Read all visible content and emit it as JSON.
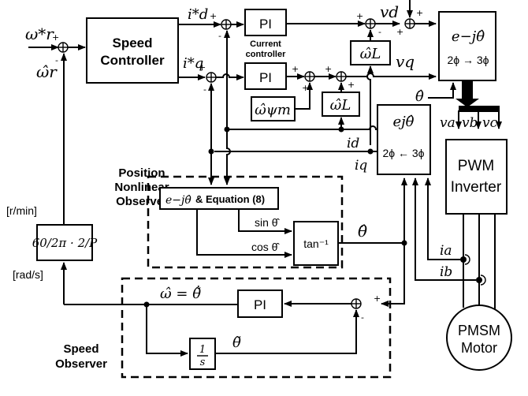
{
  "diagram": {
    "title": "PMSM sensorless speed control block diagram",
    "blocks": {
      "speed_controller": "Speed Controller",
      "speed_controller_l1": "Speed",
      "speed_controller_l2": "Controller",
      "pi_d": "PI",
      "pi_q": "PI",
      "current_controller_l1": "Current",
      "current_controller_l2": "controller",
      "omega_psi": "ω̂ψm",
      "omega_l_top": "ω̂L",
      "omega_l_bottom": "ω̂L",
      "inv_park_l1": "e−jθ̂",
      "inv_park_l2": "2ϕ → 3ϕ",
      "park_l1": "ejθ̂",
      "park_l2": "2ϕ ← 3ϕ",
      "pwm_l1": "PWM",
      "pwm_l2": "Inverter",
      "motor_l1": "PMSM",
      "motor_l2": "Motor",
      "gain_block": "60/2π · 2/P",
      "equation_block": "e−jθ̂ & Equation (8)",
      "equation_math": "e−jθ̂",
      "equation_text": "& Equation (8)",
      "atan": "tan⁻¹",
      "pi_speed": "PI",
      "integrator": "1/s"
    },
    "group_labels": {
      "position_l1": "Position",
      "position_l2": "Nonlinear",
      "position_l3": "Observer",
      "speed_l1": "Speed",
      "speed_l2": "Observer"
    },
    "signals": {
      "omega_ref": "ω*r",
      "omega_hat": "ω̂r",
      "id_ref": "i*d",
      "iq_ref": "i*q",
      "vd": "vd",
      "vq": "vq",
      "theta_hat_in": "θ̂",
      "va": "va",
      "vb": "vb",
      "vc": "vc",
      "id": "id",
      "iq": "iq",
      "ia": "ia",
      "ib": "ib",
      "theta_hat": "θ̂",
      "sin_theta": "sin θ̂",
      "cos_theta": "cos θ̂",
      "omega_eq": "ω̂ = θ̃̇",
      "theta_tilde": "θ̃",
      "rpm_unit": "[r/min]",
      "rads_unit": "[rad/s]"
    },
    "signs": {
      "plus": "+",
      "minus": "-"
    }
  }
}
